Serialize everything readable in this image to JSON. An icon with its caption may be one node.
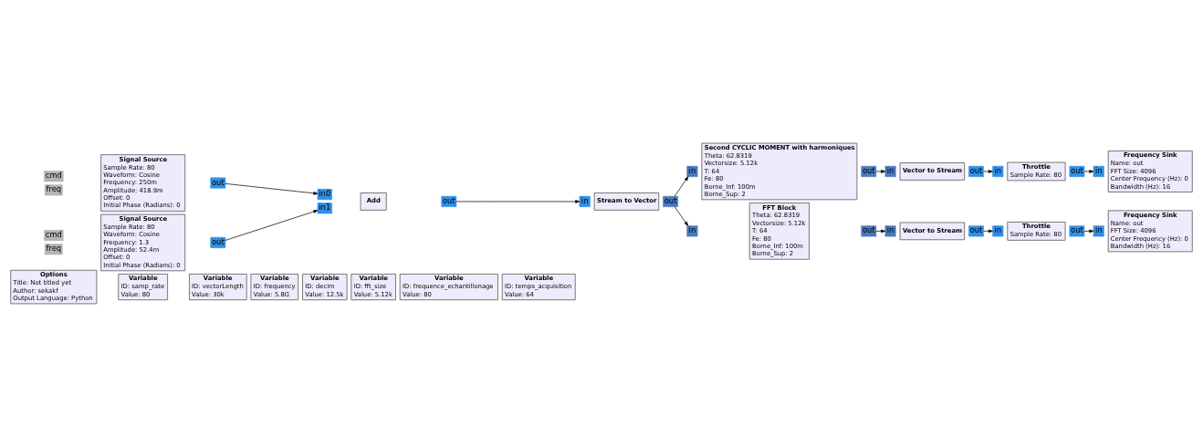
{
  "diagram": {
    "nodes": [
      {
        "text": [
          "Options",
          "Title: Not titled yet",
          "Author: sekakf",
          "Output Language: Python"
        ]
      },
      {
        "text": [
          "Variable",
          "ID: samp_rate",
          "Value: 80"
        ]
      },
      {
        "text": [
          "Variable",
          "ID: vectorLength",
          "Value: 30k"
        ]
      },
      {
        "text": [
          "Variable",
          "ID: frequency",
          "Value: 5.8G"
        ]
      },
      {
        "text": [
          "Variable",
          "ID: decim",
          "Value: 12.5k"
        ]
      },
      {
        "text": [
          "Variable",
          "ID: fft_size",
          "Value: 5.12k"
        ]
      },
      {
        "text": [
          "Variable",
          "ID: frequence_echantillonage",
          "Value: 80"
        ]
      },
      {
        "text": [
          "Variable",
          "ID: temps_acquisition",
          "Value: 64"
        ]
      },
      {
        "text": [
          "Second CYCLIC MOMENT with harmoniques",
          "Theta: 62.8319",
          "Vectorsize: 5.12k",
          "T: 64",
          "Fe: 80",
          "Borne_Inf: 100m",
          "Borne_Sup: 2"
        ]
      },
      {
        "text": [
          "in"
        ]
      },
      {
        "text": [
          "out"
        ]
      },
      {
        "text": [
          "Vector to Stream"
        ]
      },
      {
        "text": [
          "in"
        ]
      },
      {
        "text": [
          "out"
        ]
      },
      {
        "text": [
          "Throttle",
          "Sample Rate: 80"
        ]
      },
      {
        "text": [
          "in"
        ]
      },
      {
        "text": [
          "out"
        ]
      },
      {
        "text": [
          "Frequency Sink",
          "Name: out",
          "FFT Size: 4096",
          "Center Frequency (Hz): 0",
          "Bandwidth (Hz): 16"
        ]
      },
      {
        "text": [
          "in"
        ]
      },
      {
        "text": [
          "Signal Source",
          "Sample Rate: 80",
          "Waveform: Cosine",
          "Frequency: 250m",
          "Amplitude: 418.9m",
          "Offset: 0",
          "Initial Phase (Radians): 0"
        ]
      },
      {
        "text": [
          "cmd"
        ]
      },
      {
        "text": [
          "freq"
        ]
      },
      {
        "text": [
          "out"
        ]
      },
      {
        "text": [
          "Add"
        ]
      },
      {
        "text": [
          "in0"
        ]
      },
      {
        "text": [
          "in1"
        ]
      },
      {
        "text": [
          "out"
        ]
      },
      {
        "text": [
          "Stream to Vector"
        ]
      },
      {
        "text": [
          "in"
        ]
      },
      {
        "text": [
          "out"
        ]
      },
      {
        "text": [
          "Signal Source",
          "Sample Rate: 80",
          "Waveform: Cosine",
          "Frequency: 1.3",
          "Amplitude: 52.4m",
          "Offset: 0",
          "Initial Phase (Radians): 0"
        ]
      },
      {
        "text": [
          "cmd"
        ]
      },
      {
        "text": [
          "freq"
        ]
      },
      {
        "text": [
          "out"
        ]
      },
      {
        "text": [
          "FFT Block",
          "Theta: 62.8319",
          "Vectorsize: 5.12k",
          "T: 64",
          "Fe: 80",
          "Borne_Inf: 100m",
          "Borne_Sup: 2"
        ]
      },
      {
        "text": [
          "in"
        ]
      },
      {
        "text": [
          "out"
        ]
      },
      {
        "text": [
          "Vector to Stream"
        ]
      },
      {
        "text": [
          "in"
        ]
      },
      {
        "text": [
          "out"
        ]
      },
      {
        "text": [
          "Throttle",
          "Sample Rate: 80"
        ]
      },
      {
        "text": [
          "in"
        ]
      },
      {
        "text": [
          "out"
        ]
      },
      {
        "text": [
          "Frequency Sink",
          "Name: out",
          "FFT Size: 4096",
          "Center Frequency (Hz): 0",
          "Bandwidth (Hz): 16"
        ]
      },
      {
        "text": [
          "in"
        ]
      }
    ],
    "edges": [
      {
        "from": 22,
        "to": 24,
        "arrow": "to"
      },
      {
        "from": 33,
        "to": 25,
        "arrow": "to"
      },
      {
        "from": 26,
        "to": 28,
        "arrow": "to"
      },
      {
        "from": 29,
        "to": 9,
        "arrow": "to"
      },
      {
        "from": 29,
        "to": 35,
        "arrow": "to"
      },
      {
        "from": 10,
        "to": 12,
        "arrow": "to"
      },
      {
        "from": 13,
        "to": 15,
        "arrow": "to"
      },
      {
        "from": 16,
        "to": 18,
        "arrow": "to"
      },
      {
        "from": 36,
        "to": 38,
        "arrow": "to"
      },
      {
        "from": 39,
        "to": 41,
        "arrow": "to"
      },
      {
        "from": 42,
        "to": 44,
        "arrow": "to"
      }
    ]
  }
}
